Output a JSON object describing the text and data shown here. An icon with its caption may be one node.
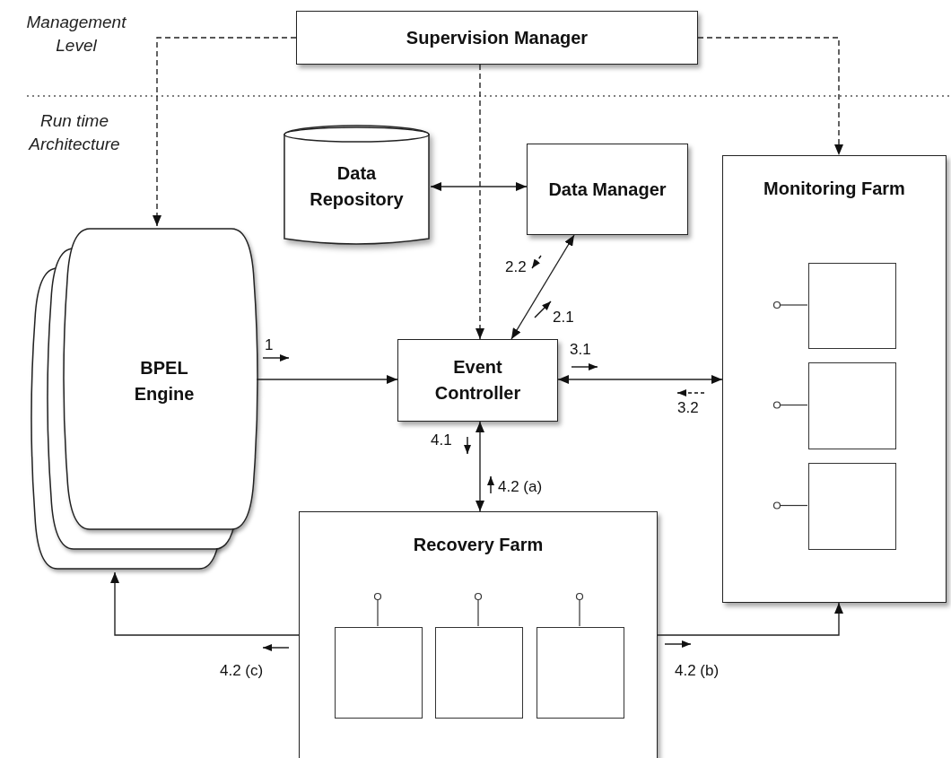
{
  "diagram": {
    "nodes": [
      {
        "text": [
          "Supervision Manager"
        ]
      },
      {
        "text": [
          "Data Repository"
        ]
      },
      {
        "text": [
          "Data Manager"
        ]
      },
      {
        "text": [
          "Monitoring Farm"
        ]
      },
      {
        "text": [],
        "shape": "box",
        "in": 3
      },
      {
        "text": [],
        "shape": "box",
        "in": 3
      },
      {
        "text": [],
        "shape": "box",
        "in": 3
      },
      {
        "text": [
          "BPEL Engine"
        ]
      },
      {
        "text": [
          "Event Controller"
        ]
      },
      {
        "text": [
          "Recovery Farm"
        ]
      },
      {
        "text": [],
        "shape": "box",
        "in": 9
      },
      {
        "text": [],
        "shape": "box",
        "in": 9
      },
      {
        "text": [],
        "shape": "box",
        "in": 9
      }
    ],
    "edges": [
      {
        "from": 0,
        "to": 7,
        "arrow": "to",
        "style": "dashed"
      },
      {
        "from": 0,
        "to": 8,
        "arrow": "to",
        "style": "dashed"
      },
      {
        "from": 0,
        "to": 3,
        "arrow": "to",
        "style": "dashed"
      },
      {
        "from": 1,
        "to": 2,
        "arrow": "both"
      },
      {
        "from": 2,
        "to": 8,
        "arrow": "both"
      },
      {
        "from": 7,
        "to": 8,
        "arrow": "to"
      },
      {
        "from": 8,
        "to": 3,
        "arrow": "both"
      },
      {
        "from": 8,
        "to": 9,
        "arrow": "both"
      },
      {
        "from": 9,
        "to": 7,
        "arrow": "to"
      },
      {
        "from": 9,
        "to": 3,
        "arrow": "to"
      }
    ],
    "labels": [
      "Management Level",
      "Run time Architecture",
      "1",
      "2.2",
      "2.1",
      "3.1",
      "3.2",
      "4.1",
      "4.2 (a)",
      "4.2 (c)",
      "4.2 (b)"
    ]
  }
}
